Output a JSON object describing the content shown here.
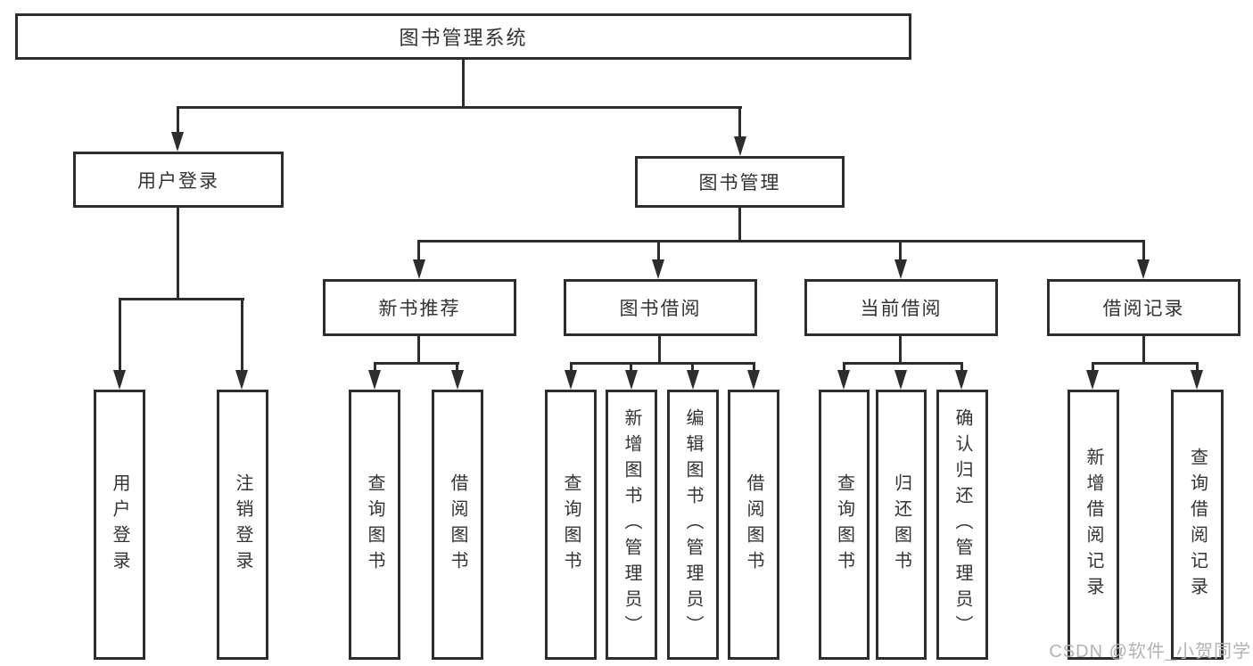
{
  "watermark": "CSDN @软件_小贺同学",
  "colors": {
    "line": "#2d2d2d",
    "text": "#333333",
    "background": "#ffffff",
    "watermark": "#b3b3b3"
  },
  "nodes": {
    "root": "图书管理系统",
    "branches": [
      {
        "label": "用户登录",
        "children": [
          "用户登录",
          "注销登录"
        ]
      },
      {
        "label": "图书管理",
        "children": [
          {
            "label": "新书推荐",
            "children": [
              "查询图书",
              "借阅图书"
            ]
          },
          {
            "label": "图书借阅",
            "children": [
              "查询图书",
              "新增图书（管理员）",
              "编辑图书（管理员）",
              "借阅图书"
            ]
          },
          {
            "label": "当前借阅",
            "children": [
              "查询图书",
              "归还图书",
              "确认归还（管理员）"
            ]
          },
          {
            "label": "借阅记录",
            "children": [
              "新增借阅记录",
              "查询借阅记录"
            ]
          }
        ]
      }
    ]
  }
}
